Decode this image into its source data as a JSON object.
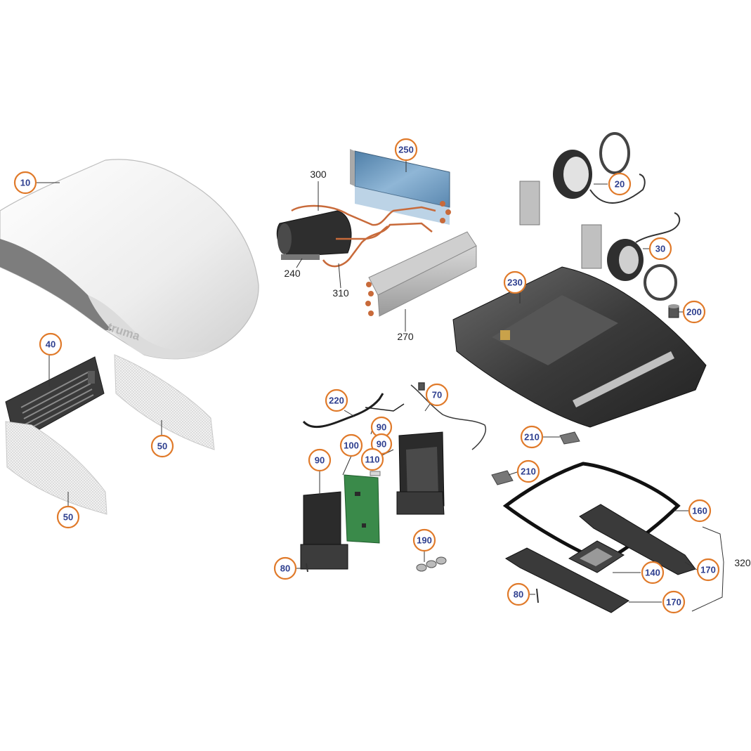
{
  "brand_text": "truma",
  "colors": {
    "callout_ring": "#e07a2a",
    "callout_text": "#2e3f8f",
    "pcb_green": "#3a8a4a",
    "copper_pipe": "#c86a3a",
    "coil_blue": "#6f9fc4",
    "housing_white": "#f2f2f2",
    "dark_part": "#2b2b2b"
  },
  "callouts": [
    {
      "id": "c10",
      "text": "10"
    },
    {
      "id": "c250",
      "text": "250"
    },
    {
      "id": "c20",
      "text": "20"
    },
    {
      "id": "c30",
      "text": "30"
    },
    {
      "id": "c230",
      "text": "230"
    },
    {
      "id": "c200",
      "text": "200"
    },
    {
      "id": "c40",
      "text": "40"
    },
    {
      "id": "c50a",
      "text": "50"
    },
    {
      "id": "c50b",
      "text": "50"
    },
    {
      "id": "c220",
      "text": "220"
    },
    {
      "id": "c70",
      "text": "70"
    },
    {
      "id": "c90a",
      "text": "90"
    },
    {
      "id": "c90b",
      "text": "90"
    },
    {
      "id": "c100",
      "text": "100"
    },
    {
      "id": "c110",
      "text": "110"
    },
    {
      "id": "c90c",
      "text": "90"
    },
    {
      "id": "c210a",
      "text": "210"
    },
    {
      "id": "c210b",
      "text": "210"
    },
    {
      "id": "c160",
      "text": "160"
    },
    {
      "id": "c190",
      "text": "190"
    },
    {
      "id": "c80a",
      "text": "80"
    },
    {
      "id": "c140",
      "text": "140"
    },
    {
      "id": "c170a",
      "text": "170"
    },
    {
      "id": "c80b",
      "text": "80"
    },
    {
      "id": "c170b",
      "text": "170"
    }
  ],
  "plain_labels": [
    {
      "id": "l300",
      "text": "300"
    },
    {
      "id": "l240",
      "text": "240"
    },
    {
      "id": "l310",
      "text": "310"
    },
    {
      "id": "l270",
      "text": "270"
    },
    {
      "id": "l320",
      "text": "320"
    }
  ]
}
